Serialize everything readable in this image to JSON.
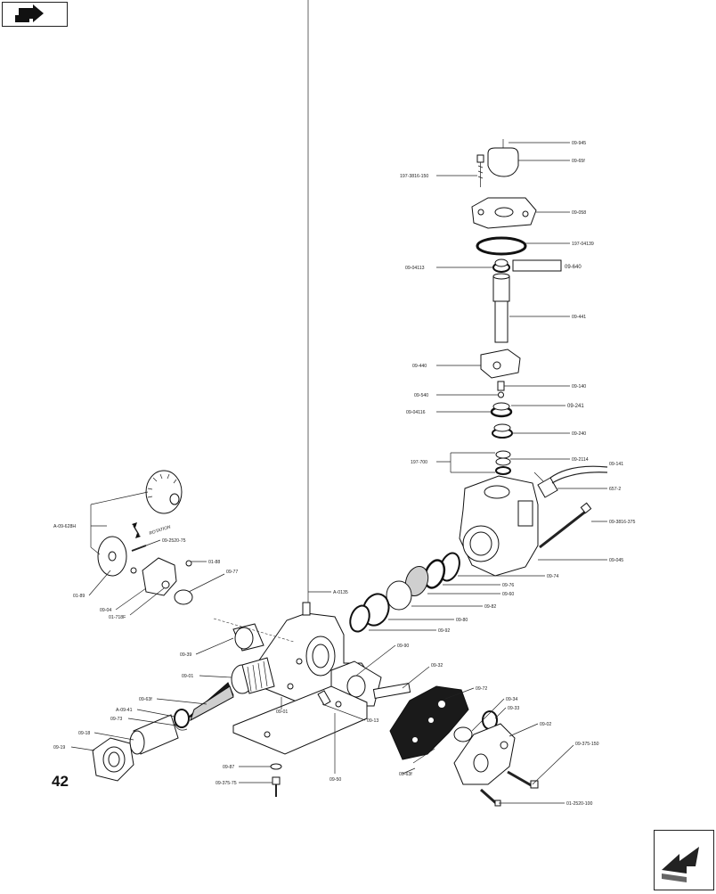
{
  "page_number": "42",
  "icons": {
    "prev": "back-arrow-icon",
    "next": "forward-arrow-icon"
  },
  "rotation_note": "ROTATION",
  "labels": {
    "p09_945": "09-945",
    "p09_65f": "09-65f",
    "p197_3816_150": "197-3816-150",
    "p09_058": "09-058",
    "p197_04139": "197-04139",
    "p09_04113": "09-04113",
    "p09_640_top": "09-640",
    "p09_441": "09-441",
    "p09_440": "09-440",
    "p09_140": "09-140",
    "p09_540": "09-540",
    "p09_241": "09-241",
    "p09_04116": "09-04116",
    "p09_240": "09-240",
    "p197_700": "197-700",
    "p09_2114": "09-2114",
    "p09_141": "09-141",
    "p657_2": "657-2",
    "p09_3816_375": "09-3816-375",
    "p09_045": "09-045",
    "p09_74": "09-74",
    "p09_76": "09-76",
    "p09_60": "09-60",
    "p09_82": "09-82",
    "p09_80": "09-80",
    "p09_92": "09-92",
    "pA_0135": "A-0135",
    "p09_90": "09-90",
    "p09_32": "09-32",
    "p09_72": "09-72",
    "p09_34": "09-34",
    "p09_33": "09-33",
    "p09_02": "09-02",
    "p09_375_150": "09-375-150",
    "p01_2520_100": "01-2520-100",
    "pA_09_628H": "A-09-628H",
    "p09_2520_75": "09-2520-75",
    "p01_88": "01-88",
    "p09_77": "09-77",
    "p01_89": "01-89",
    "p09_04": "09-04",
    "p01_718F": "01-718F",
    "p09_39": "09-39",
    "p09_01": "09-01",
    "p09_63f": "09-63f",
    "pA_09_41": "A-09-41",
    "p09_73": "09-73",
    "p09_18": "09-18",
    "p09_19": "09-19",
    "p09_01b": "09-01",
    "p09_13": "09-13",
    "p09_87": "09-87",
    "p09_375_75": "09-375-75",
    "p09_50": "09-50",
    "p09_63f_b": "09-63f"
  }
}
